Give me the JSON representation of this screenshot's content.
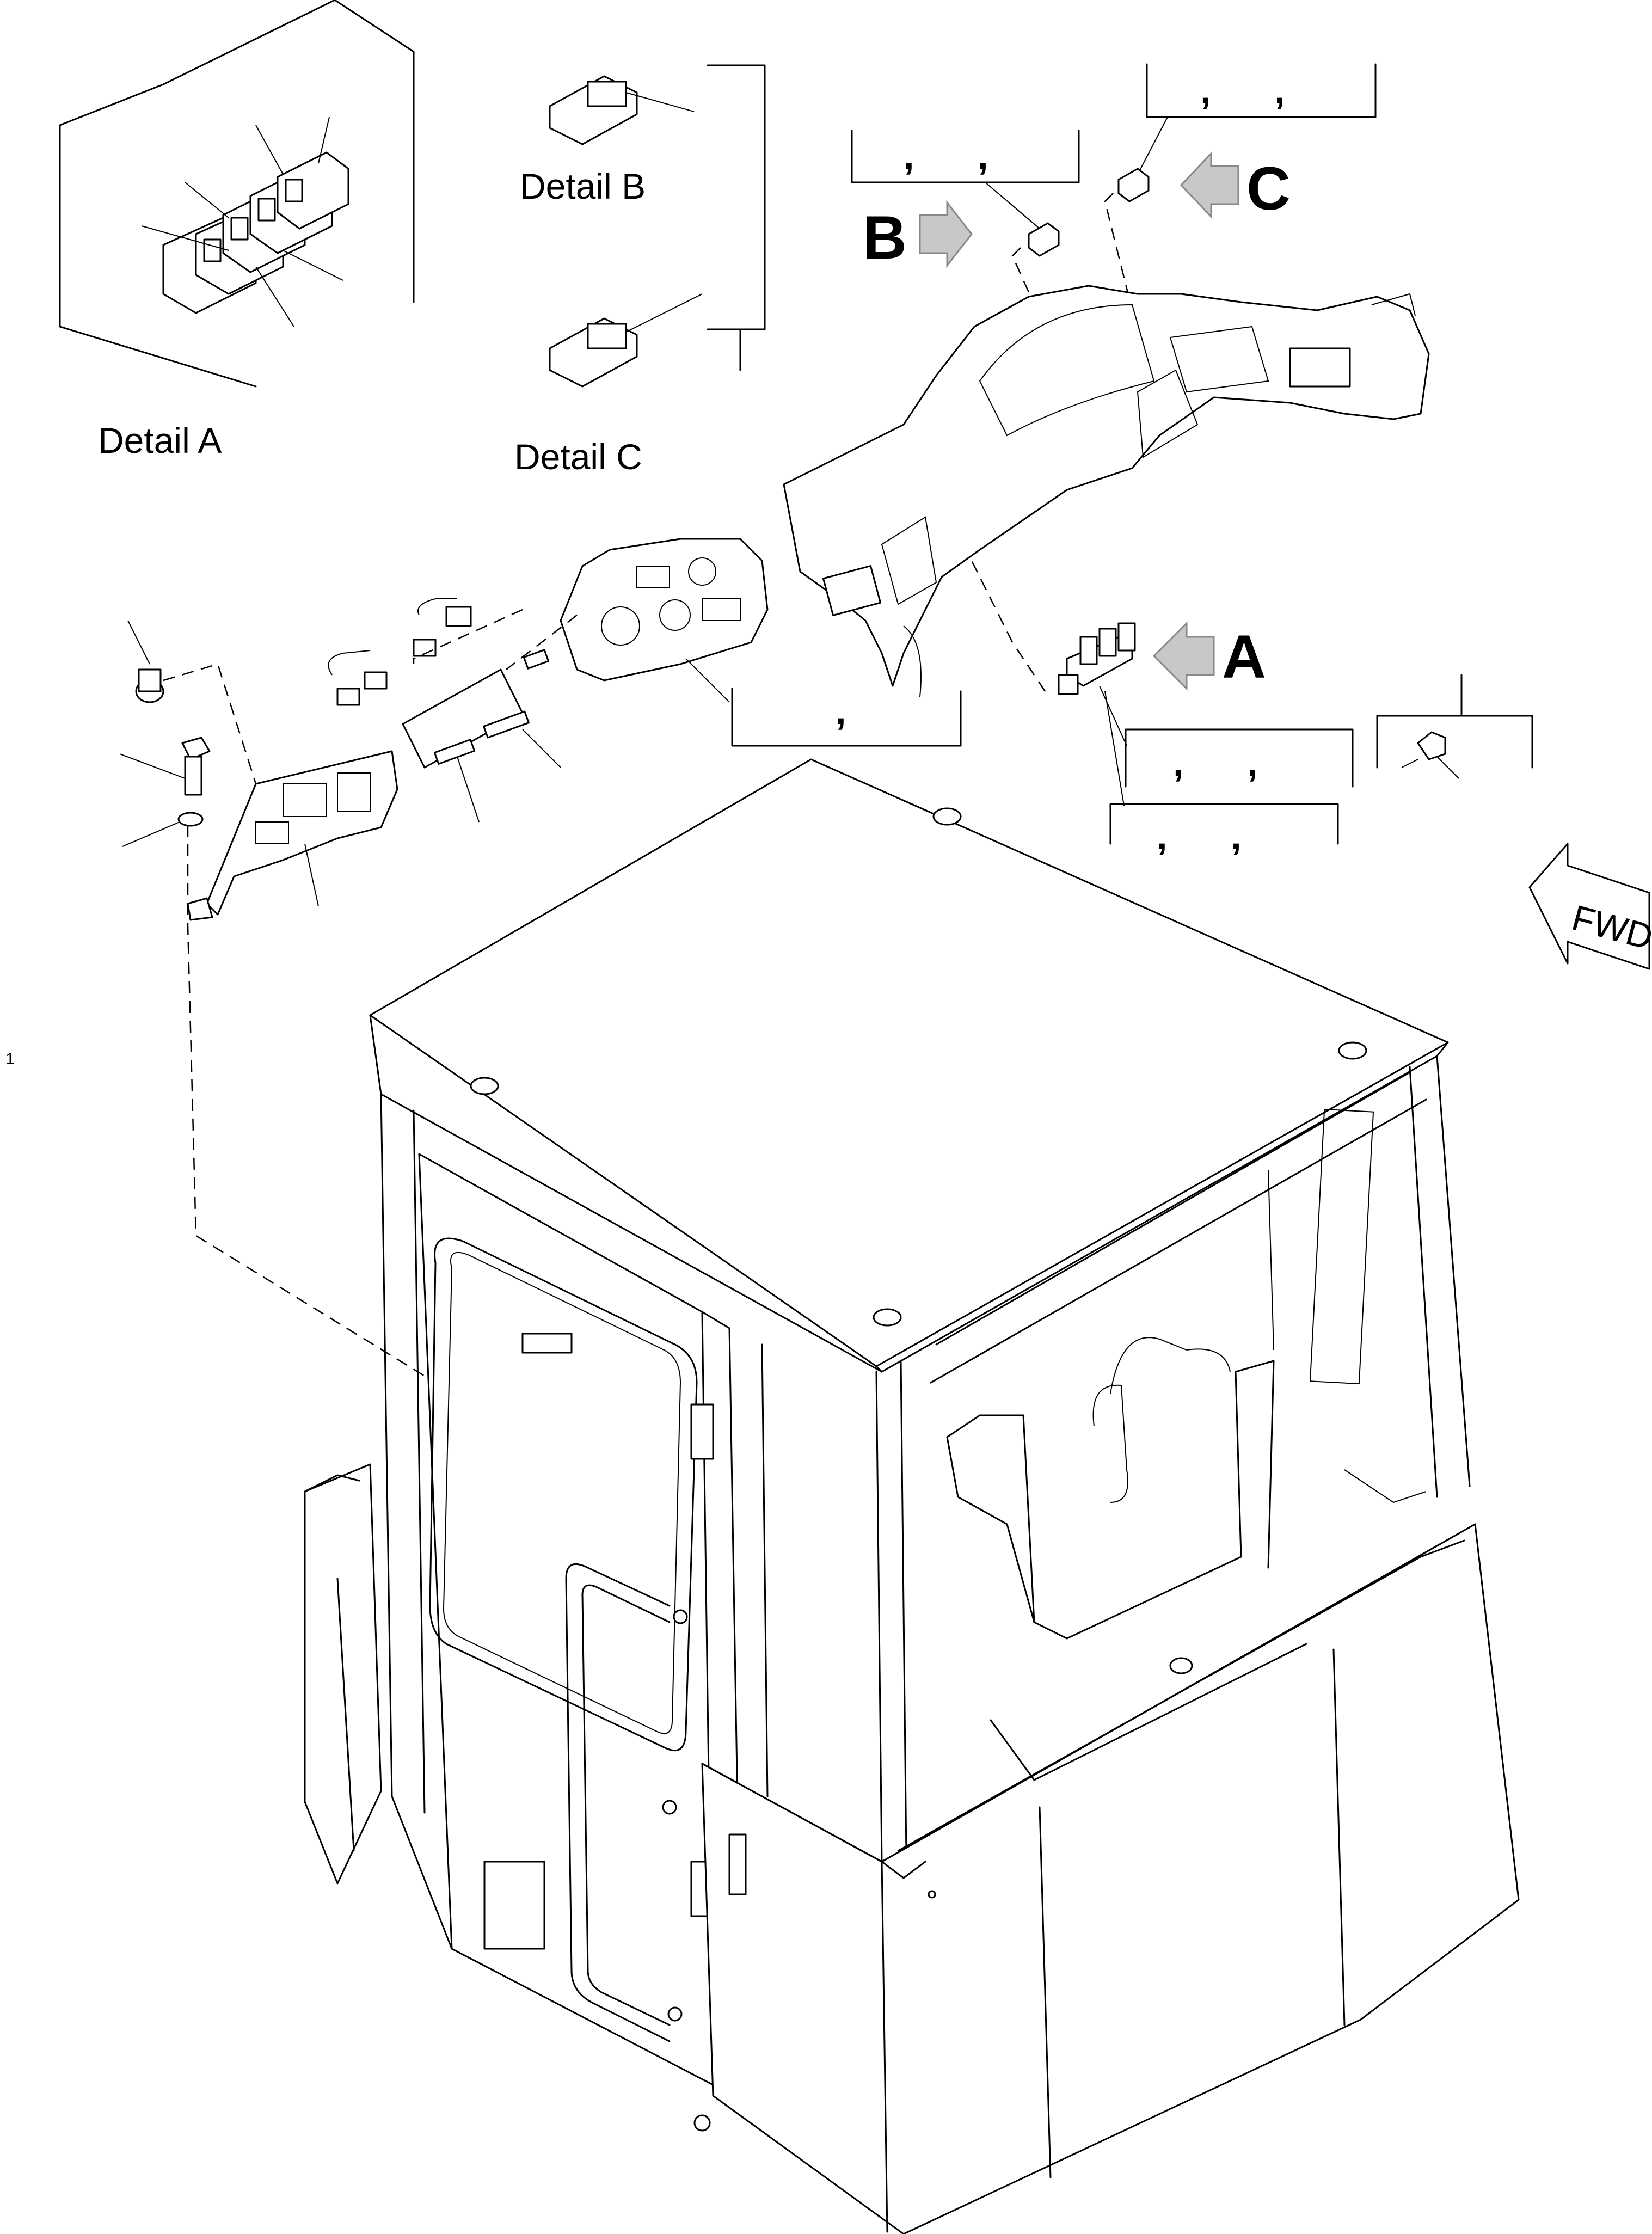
{
  "detail_labels": {
    "detail_a": "Detail A",
    "detail_b": "Detail B",
    "detail_c": "Detail C"
  },
  "view_markers": {
    "a": "A",
    "b": "B",
    "c": "C"
  },
  "fwd_label": "FWD",
  "callout_text": {
    "top_right_pair": ",      ,",
    "top_mid_pair": ",      ,",
    "cluster_single": ",",
    "switch_a_pair_1": ",      ,",
    "switch_a_pair_2": ",      ,"
  },
  "item_number": "1",
  "colors": {
    "line": "#000000",
    "arrow_fill": "#c8c8c8",
    "background": "#ffffff"
  }
}
